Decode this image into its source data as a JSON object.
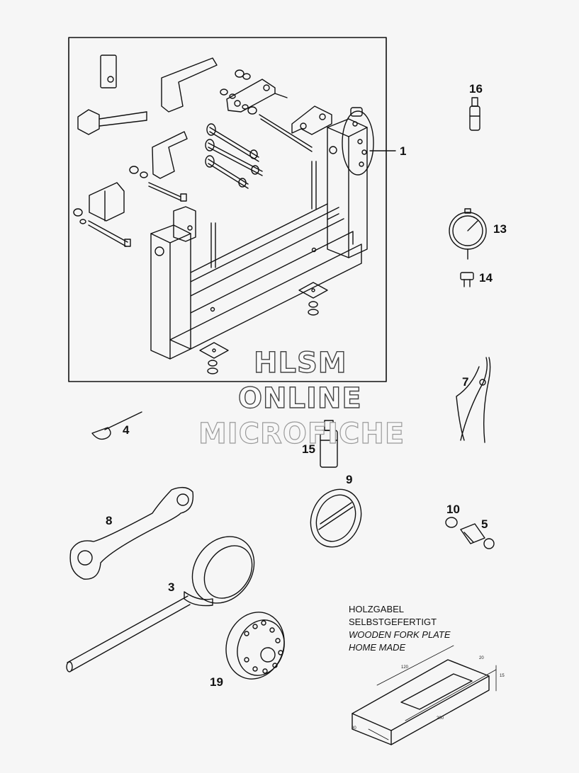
{
  "watermark": {
    "line1": "HLSM",
    "line2": "ONLINE",
    "line3": "MICROFICHE"
  },
  "callouts": {
    "p1": "1",
    "p3": "3",
    "p4": "4",
    "p5": "5",
    "p7": "7",
    "p8": "8",
    "p9": "9",
    "p10": "10",
    "p13": "13",
    "p14": "14",
    "p15": "15",
    "p16": "16",
    "p19": "19"
  },
  "note": {
    "line1": "HOLZGABEL",
    "line2": "SELBSTGEFERTIGT",
    "line3": "WOODEN FORK PLATE",
    "line4": "HOME MADE"
  },
  "dimensions": {
    "d120": "120",
    "d20": "20",
    "d15": "15",
    "d80": "80",
    "d200": "200"
  },
  "colors": {
    "ink": "#111111",
    "paper": "#f6f6f6"
  }
}
